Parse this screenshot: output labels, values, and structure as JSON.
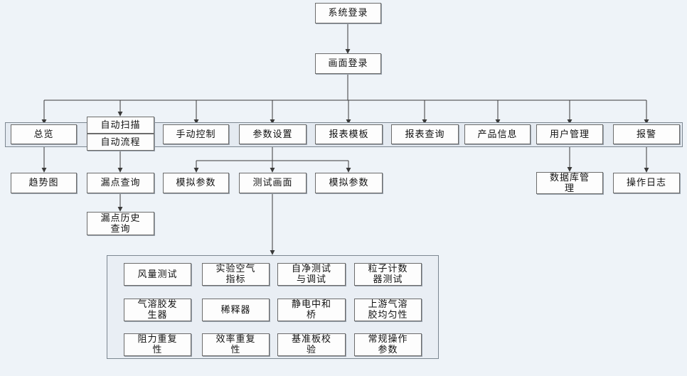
{
  "nodes": {
    "system_login": "系统登录",
    "screen_login": "画面登录",
    "overview": "总览",
    "auto_scan": "自动扫描",
    "auto_flow": "自动流程",
    "manual_control": "手动控制",
    "param_settings": "参数设置",
    "report_template": "报表模板",
    "report_query": "报表查询",
    "product_info": "产品信息",
    "user_mgmt": "用户管理",
    "alarm": "报警",
    "trend_chart": "趋势图",
    "leak_query": "漏点查询",
    "leak_history": "漏点历史\n查询",
    "sim_param_1": "模拟参数",
    "test_screen": "测试画面",
    "sim_param_2": "模拟参数",
    "db_mgmt": "数据库管\n理",
    "op_log": "操作日志"
  },
  "tests": [
    "风量测试",
    "实验空气\n指标",
    "自净测试\n与调试",
    "粒子计数\n器测试",
    "气溶胶发\n生器",
    "稀释器",
    "静电中和\n桥",
    "上游气溶\n胶均匀性",
    "阻力重复\n性",
    "效率重复\n性",
    "基准板校\n验",
    "常规操作\n参数"
  ],
  "colors": {
    "background": "#eef3f8",
    "line": "#3a3a3a",
    "box_border": "#6c6c6c"
  }
}
